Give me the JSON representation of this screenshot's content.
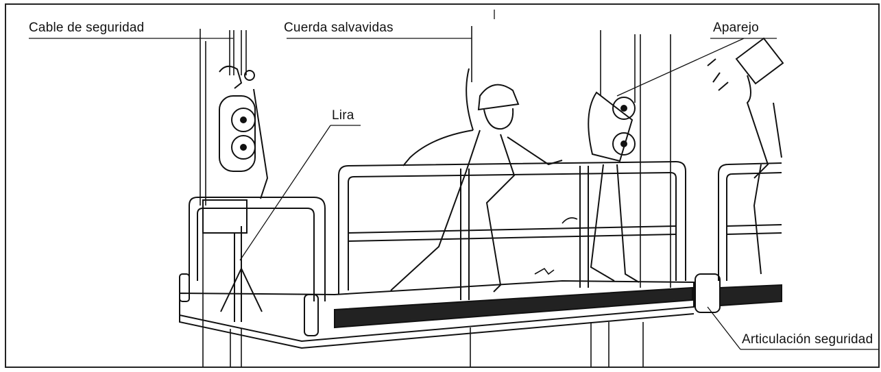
{
  "labels": {
    "safety_cable": "Cable de seguridad",
    "lifeline": "Cuerda salvavidas",
    "rigging": "Aparejo",
    "lyre": "Lira",
    "safety_joint": "Articulación seguridad"
  },
  "colors": {
    "ink": "#111111",
    "background": "#ffffff",
    "frame": "#222222"
  }
}
